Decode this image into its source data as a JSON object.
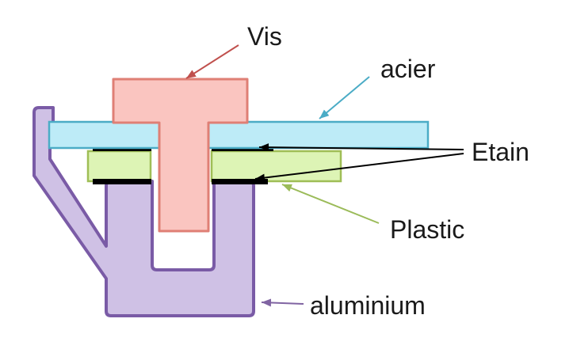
{
  "labels": {
    "vis": "Vis",
    "acier": "acier",
    "etain": "Etain",
    "plastic": "Plastic",
    "aluminium": "aluminium"
  },
  "colors": {
    "text": "#1a1a1a",
    "vis_fill": "#fac5c0",
    "vis_stroke": "#df7f75",
    "vis_arrow": "#c0504d",
    "acier_fill": "#bdebf7",
    "acier_stroke": "#4bacc6",
    "acier_arrow": "#4bacc6",
    "plastic_fill": "#ddf4b5",
    "plastic_stroke": "#9fbe56",
    "plastic_arrow": "#9bbb59",
    "aluminium_fill": "#cfc1e5",
    "aluminium_stroke": "#7a5ba6",
    "aluminium_arrow": "#8064a2",
    "etain": "#000000"
  }
}
